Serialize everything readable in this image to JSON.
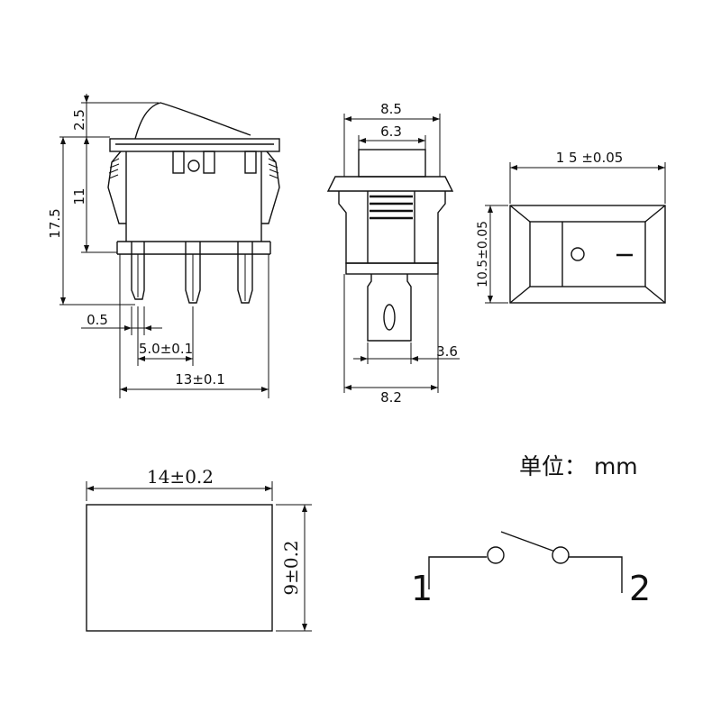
{
  "colors": {
    "ink": "#111111",
    "paper": "#ffffff"
  },
  "units": "单位： mm",
  "side_view": {
    "top_height": "2.5",
    "body_height": "11",
    "overall_height": "17.5",
    "pin_width": "0.5",
    "pin_pitch": "5.0±0.1",
    "overall_width": "13±0.1"
  },
  "front_view": {
    "top_width": "8.5",
    "rocker_width": "6.3",
    "terminal_width": "3.6",
    "body_width": "8.2"
  },
  "top_view": {
    "width": "1 5 ±0.05",
    "height": "10.5±0.05"
  },
  "cutout": {
    "width": "14±0.2",
    "height": "9±0.2"
  },
  "schematic": {
    "terminal_1": "1",
    "terminal_2": "2"
  }
}
